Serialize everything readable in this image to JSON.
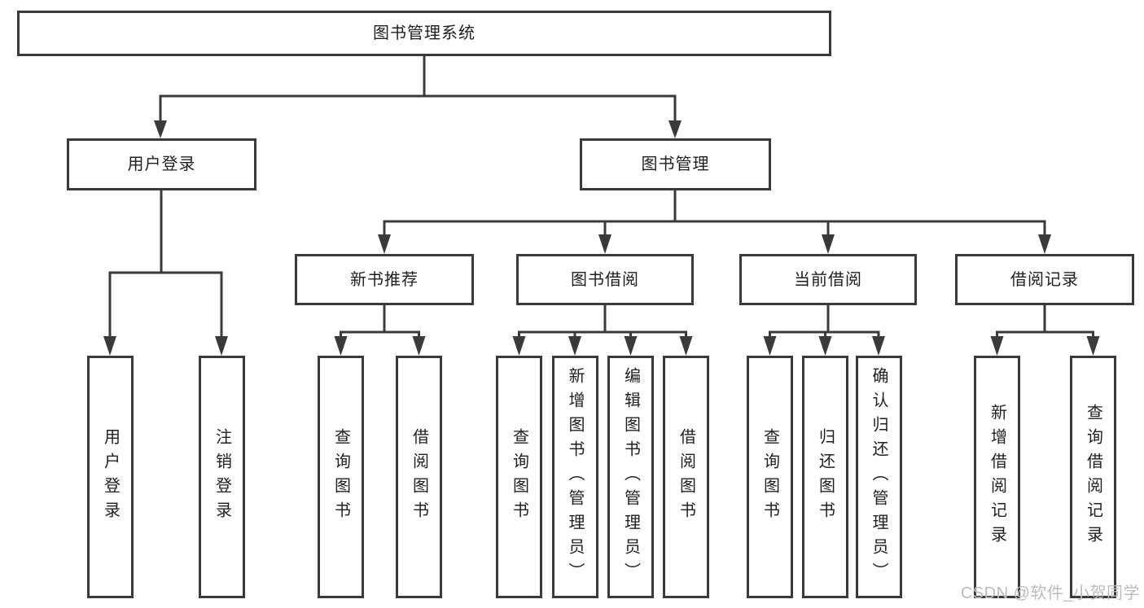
{
  "diagram": {
    "root": {
      "label": "图书管理系统"
    },
    "user_login": {
      "label": "用户登录",
      "leaves": [
        {
          "label": "用户登录"
        },
        {
          "label": "注销登录"
        }
      ]
    },
    "book_mgmt": {
      "label": "图书管理",
      "groups": [
        {
          "label": "新书推荐",
          "leaves": [
            {
              "label": "查询图书"
            },
            {
              "label": "借阅图书"
            }
          ]
        },
        {
          "label": "图书借阅",
          "leaves": [
            {
              "label": "查询图书"
            },
            {
              "label": "新增图书（管理员）"
            },
            {
              "label": "编辑图书（管理员）"
            },
            {
              "label": "借阅图书"
            }
          ]
        },
        {
          "label": "当前借阅",
          "leaves": [
            {
              "label": "查询图书"
            },
            {
              "label": "归还图书"
            },
            {
              "label": "确认归还（管理员）"
            }
          ]
        },
        {
          "label": "借阅记录",
          "leaves": [
            {
              "label": "新增借阅记录"
            },
            {
              "label": "查询借阅记录"
            }
          ]
        }
      ]
    },
    "watermark": "CSDN @软件_小贺同学",
    "colors": {
      "line": "#3a3a3a",
      "text": "#1f1f1f",
      "watermark": "#bcbcbc",
      "bg": "#ffffff"
    }
  }
}
